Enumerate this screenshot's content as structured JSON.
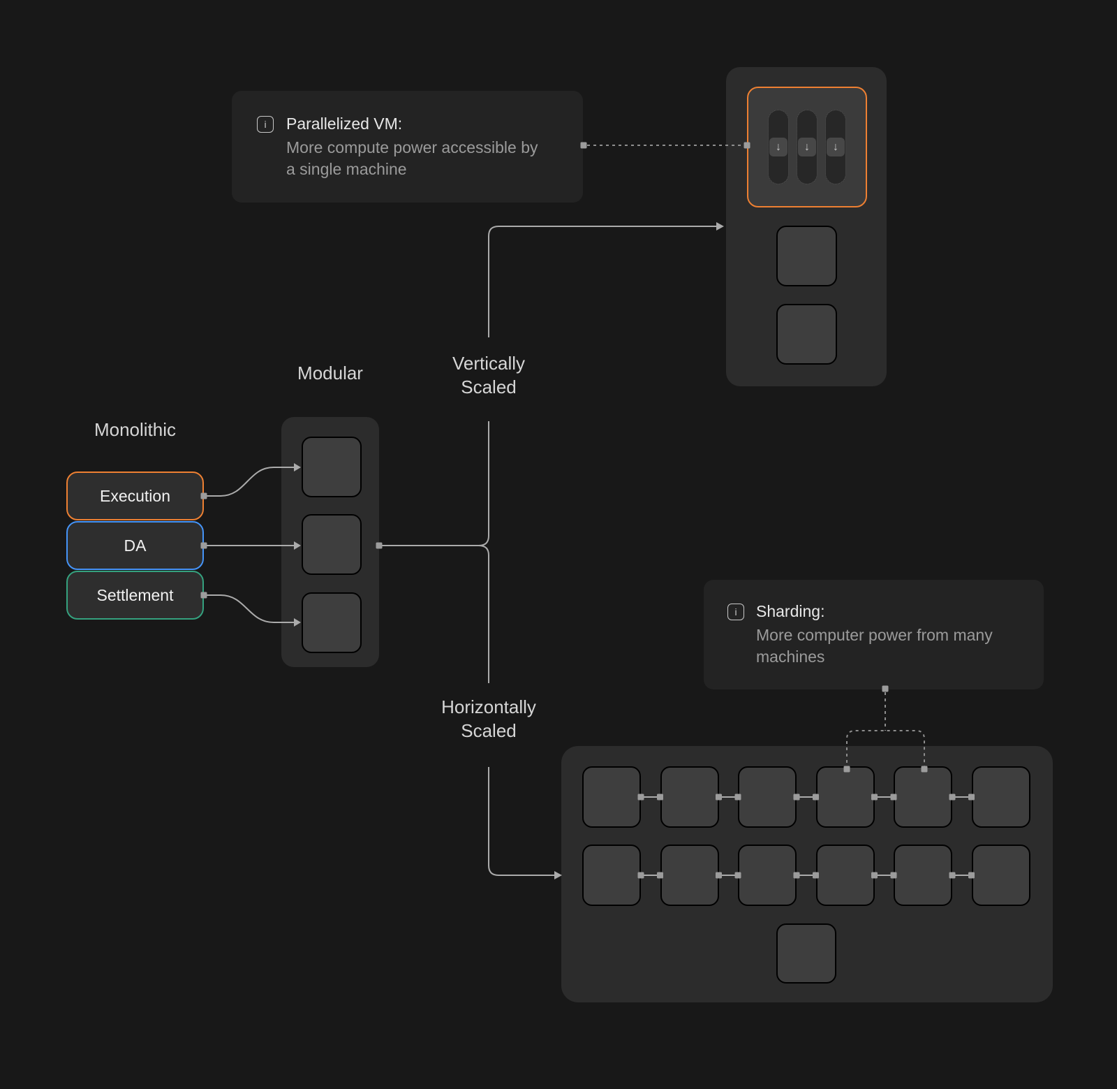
{
  "colors": {
    "background": "#181818",
    "panel": "#2C2C2C",
    "info_panel": "#232323",
    "mono_card": "#2E2E2E",
    "node_fill": "#3E3E3E",
    "vm_fill": "#3B3B3B",
    "pill_fill": "#272727",
    "chip_fill": "#474747",
    "orange": "#EE8032",
    "blue": "#4594F8",
    "green": "#35A27F",
    "line": "#ABABAB",
    "dashed_line": "#8E8E8E",
    "handle": "#9C9C9C",
    "heading_text": "#D6D6D6",
    "label_text": "#F1F1F1",
    "info_title_text": "#E8E8E8",
    "info_body_text": "#9B9B9B"
  },
  "headings": {
    "monolithic": "Monolithic",
    "modular": "Modular",
    "vertical_line1": "Vertically",
    "vertical_line2": "Scaled",
    "horizontal_line1": "Horizontally",
    "horizontal_line2": "Scaled"
  },
  "monolithic": {
    "items": [
      {
        "label": "Execution",
        "color": "#EE8032"
      },
      {
        "label": "DA",
        "color": "#4594F8"
      },
      {
        "label": "Settlement",
        "color": "#35A27F"
      }
    ]
  },
  "info_vm": {
    "icon": "i",
    "title": "Parallelized VM:",
    "body": "More compute power accessible by a single machine"
  },
  "info_sharding": {
    "icon": "i",
    "title": "Sharding:",
    "body": "More computer power from many machines"
  },
  "vertically_scaled": {
    "vm_columns": 3,
    "vm_arrow_glyph": "↓"
  },
  "horizontally_scaled": {
    "orange_nodes": 6,
    "blue_nodes": 6,
    "green_nodes": 1
  }
}
